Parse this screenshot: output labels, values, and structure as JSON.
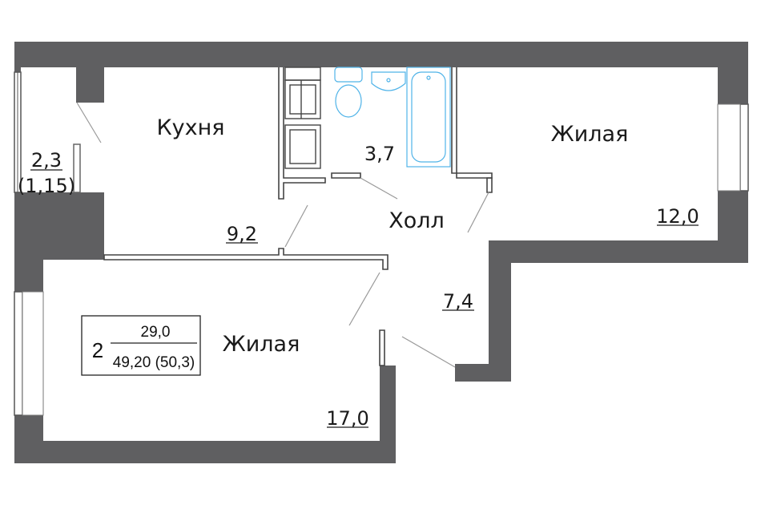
{
  "colors": {
    "wall": "#5f5f61",
    "outline": "#444444",
    "fixture_blue": "#4fb3e8",
    "background": "#ffffff"
  },
  "rooms": {
    "kitchen": {
      "name": "Кухня",
      "area": "9,2"
    },
    "bathroom": {
      "area": "3,7"
    },
    "living_right": {
      "name": "Жилая",
      "area": "12,0"
    },
    "hall": {
      "name": "Холл",
      "area": "7,4"
    },
    "living_left": {
      "name": "Жилая",
      "area": "17,0"
    },
    "balcony": {
      "area": "2,3",
      "area_reduced": "(1,15)"
    }
  },
  "apartment_info": {
    "rooms_count": "2",
    "living_area": "29,0",
    "total_area": "49,20 (50,3)"
  }
}
